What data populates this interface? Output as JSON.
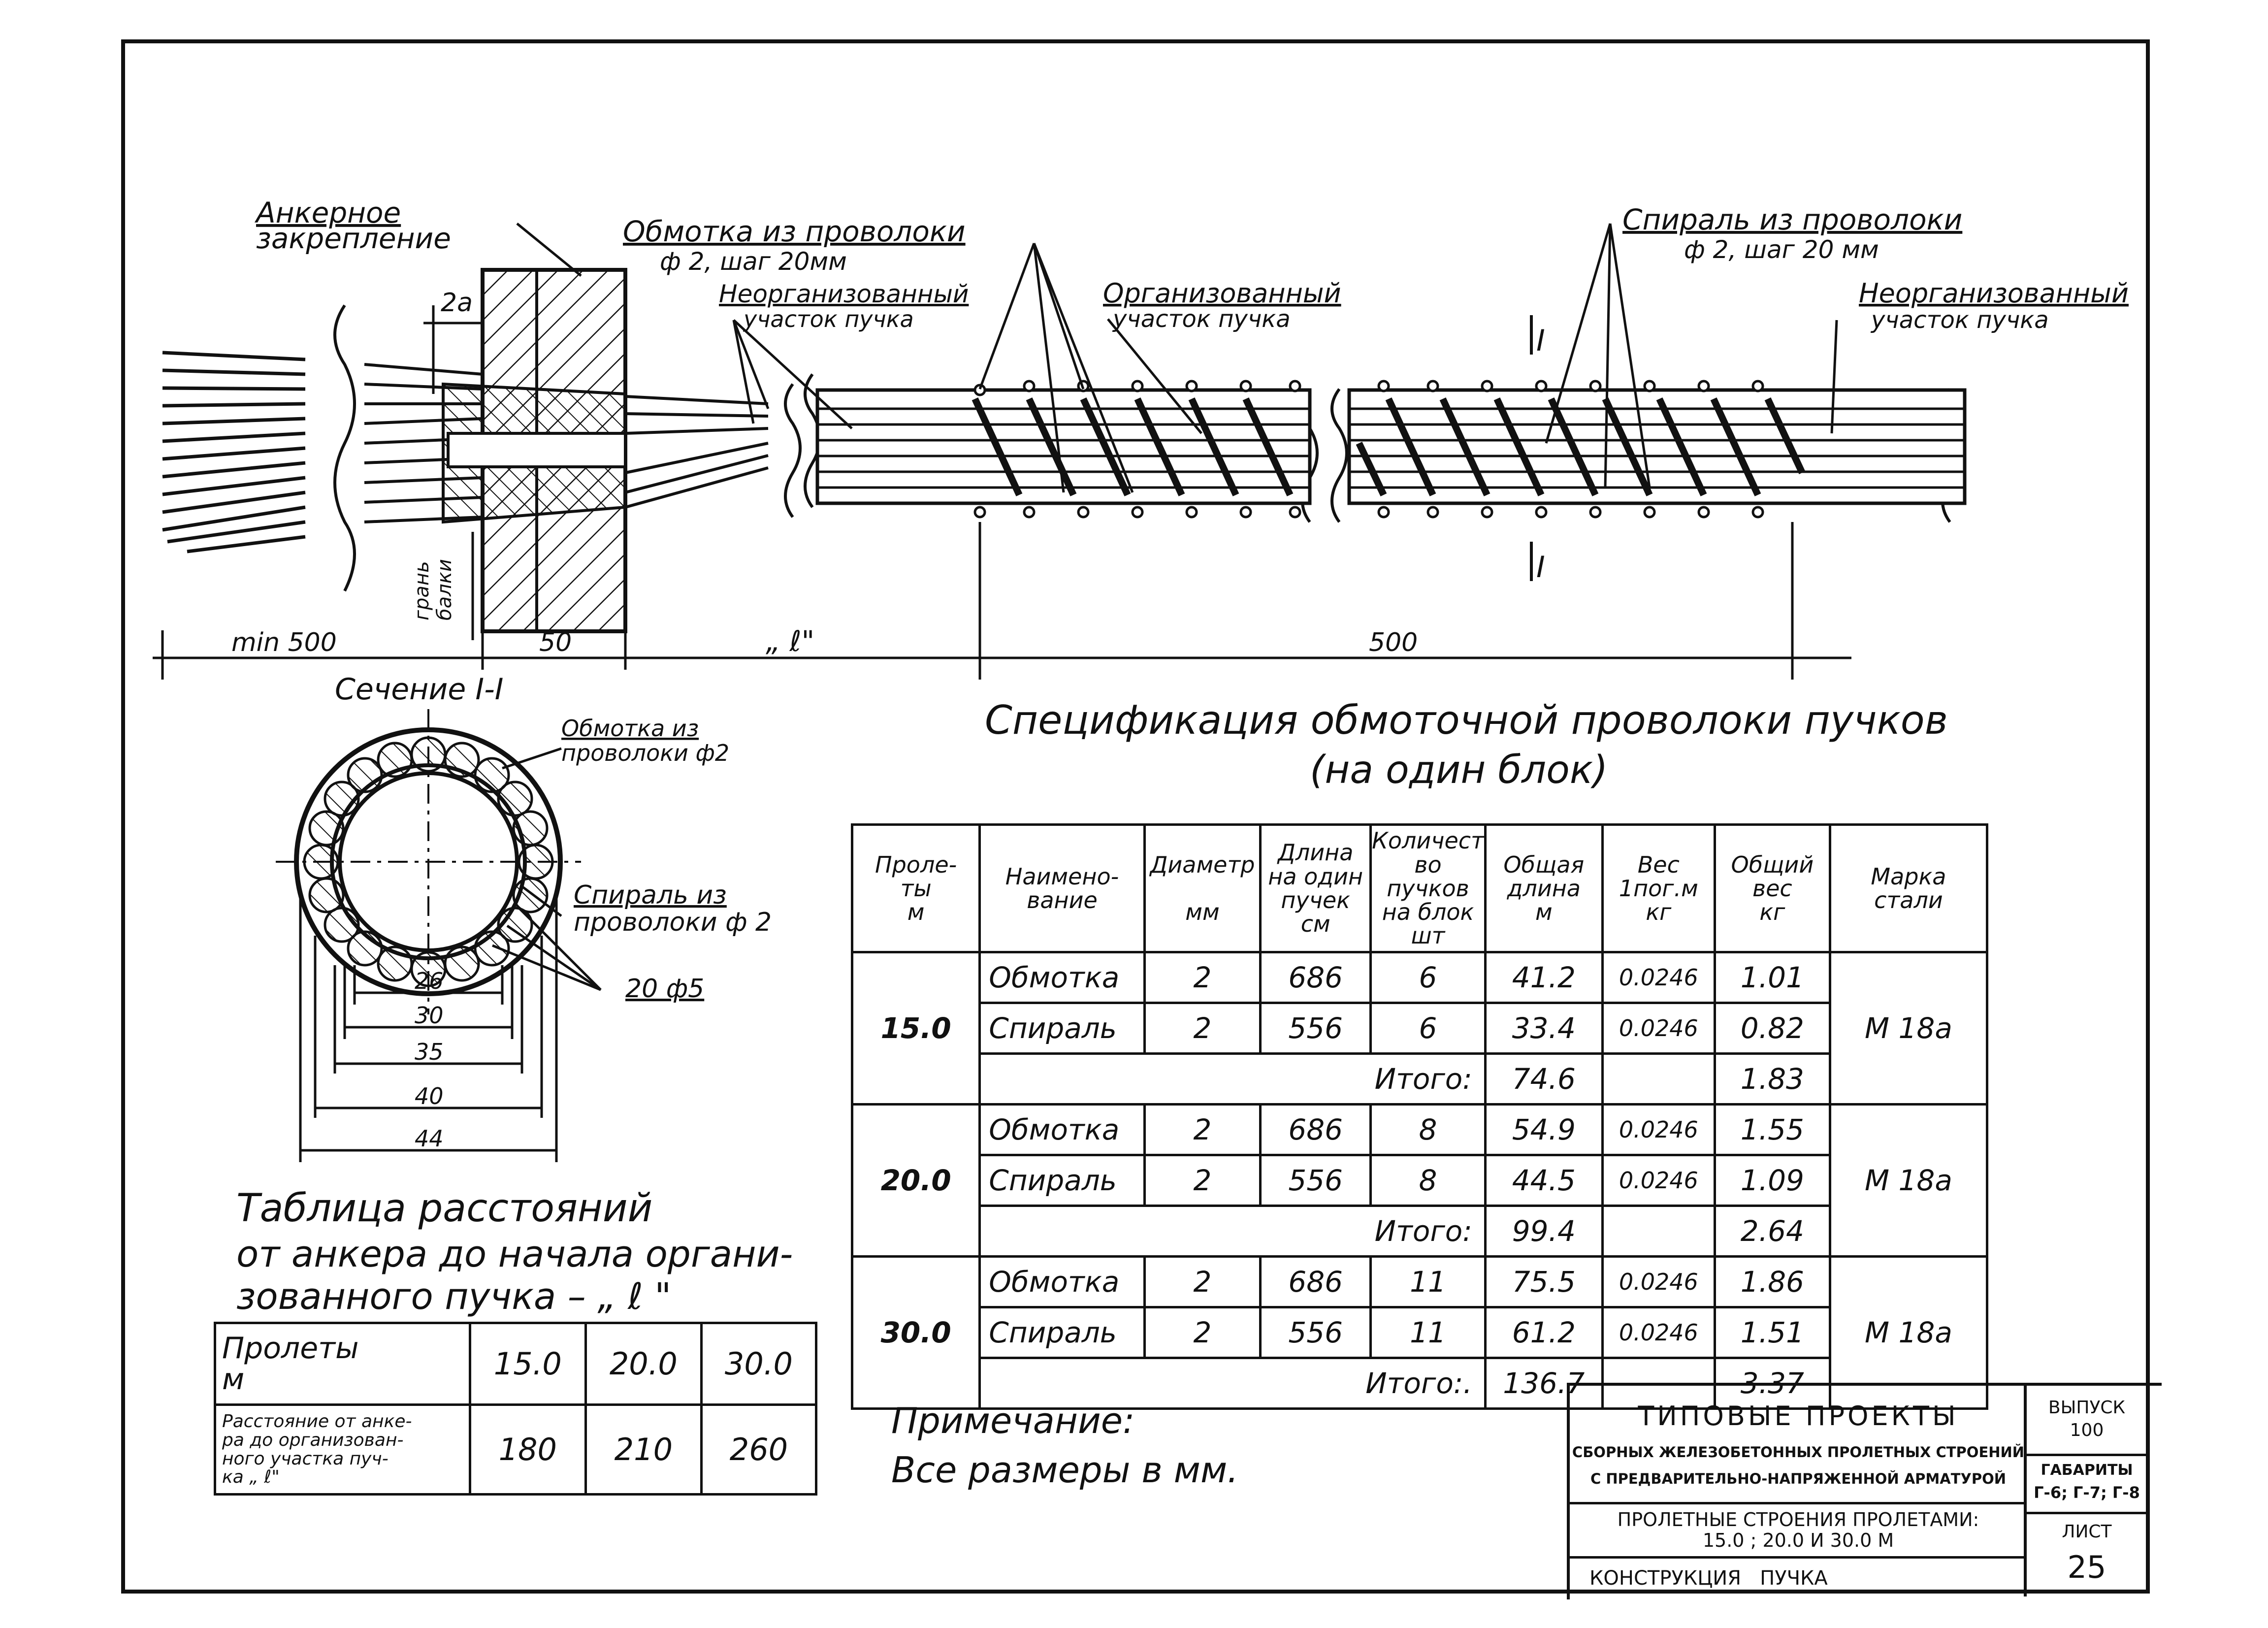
{
  "drawing": {
    "anchor_label_line1": "Анкерное",
    "anchor_label_line2": "закрепление",
    "dim_2a": "2а",
    "winding_label_line1": "Обмотка из проволоки",
    "winding_label_line2": "ф 2, шаг 20мм",
    "unorganized_left_line1": "Неорганизованный",
    "unorganized_left_line2": "участок пучка",
    "organized_line1": "Организованный",
    "organized_line2": "участок пучка",
    "spiral_label_line1": "Спираль из проволоки",
    "spiral_label_line2": "ф 2, шаг 20 мм",
    "unorganized_right_line1": "Неорганизованный",
    "unorganized_right_line2": "участок пучка",
    "section_mark": "I",
    "beam_face_line1": "грань",
    "beam_face_line2": "балки",
    "dim_min500": "min 500",
    "dim_50": "50",
    "dim_l": "„ ℓ\"",
    "dim_500": "500"
  },
  "section": {
    "title": "Сечение I-I",
    "winding_line1": "Обмотка из",
    "winding_line2": "проволоки ф2",
    "spiral_line1": "Спираль из",
    "spiral_line2": "проволоки ф 2",
    "wires": "20 ф5",
    "dims": [
      "26",
      "30",
      "35",
      "40",
      "44"
    ]
  },
  "spec": {
    "title_line1": "Спецификация обмоточной проволоки пучков",
    "title_line2": "(на один блок)",
    "headers": [
      "Проле-\nты\nм",
      "Наимено-\nвание",
      "Диаметр\n\nмм",
      "Длина\nна один\nпучек\nсм",
      "Количест\nво пучков\nна блок\nшт",
      "Общая\nдлина\nм",
      "Вес\n1пог.м\nкг",
      "Общий\nвес\nкг",
      "Марка\nстали"
    ],
    "groups": [
      {
        "span": "15.0",
        "steel": "М 18а",
        "rows": [
          {
            "name": "Обмотка",
            "diam": "2",
            "len": "686",
            "count": "6",
            "total_len": "41.2",
            "weight_m": "0.0246",
            "total_w": "1.01"
          },
          {
            "name": "Спираль",
            "diam": "2",
            "len": "556",
            "count": "6",
            "total_len": "33.4",
            "weight_m": "0.0246",
            "total_w": "0.82"
          }
        ],
        "itogo_label": "Итого:",
        "itogo_len": "74.6",
        "itogo_w": "1.83"
      },
      {
        "span": "20.0",
        "steel": "М 18а",
        "rows": [
          {
            "name": "Обмотка",
            "diam": "2",
            "len": "686",
            "count": "8",
            "total_len": "54.9",
            "weight_m": "0.0246",
            "total_w": "1.55"
          },
          {
            "name": "Спираль",
            "diam": "2",
            "len": "556",
            "count": "8",
            "total_len": "44.5",
            "weight_m": "0.0246",
            "total_w": "1.09"
          }
        ],
        "itogo_label": "Итого:",
        "itogo_len": "99.4",
        "itogo_w": "2.64"
      },
      {
        "span": "30.0",
        "steel": "М 18а",
        "rows": [
          {
            "name": "Обмотка",
            "diam": "2",
            "len": "686",
            "count": "11",
            "total_len": "75.5",
            "weight_m": "0.0246",
            "total_w": "1.86"
          },
          {
            "name": "Спираль",
            "diam": "2",
            "len": "556",
            "count": "11",
            "total_len": "61.2",
            "weight_m": "0.0246",
            "total_w": "1.51"
          }
        ],
        "itogo_label": "Итого:.",
        "itogo_len": "136.7",
        "itogo_w": "3.37"
      }
    ]
  },
  "distance": {
    "title_line1": "Таблица расстояний",
    "title_line2": "от анкера до начала органи-",
    "title_line3": "зованного пучка – „ ℓ \"",
    "header_label": "Пролеты\nм",
    "row_label": "Расстояние от анке-\nра до организован-\nного участка пуч-\nка „ ℓ\"",
    "spans": [
      "15.0",
      "20.0",
      "30.0"
    ],
    "values": [
      "180",
      "210",
      "260"
    ]
  },
  "note": {
    "title": "Примечание:",
    "text": "Все размеры в мм."
  },
  "stamp": {
    "title": "Типовые проекты",
    "subtitle_line1": "сборных железобетонных пролетных строений",
    "subtitle_line2": "с предварительно-напряженной арматурой",
    "spans_line1": "Пролетные строения пролетами:",
    "spans_line2": "15.0 ; 20.0 и 30.0 м",
    "construction": "Конструкция   пучка",
    "issue_label": "Выпуск",
    "issue_value": "100",
    "gabarit_label": "Габариты",
    "gabarit_value": "Г-6; Г-7; Г-8",
    "sheet_label": "Лист",
    "sheet_value": "25"
  }
}
